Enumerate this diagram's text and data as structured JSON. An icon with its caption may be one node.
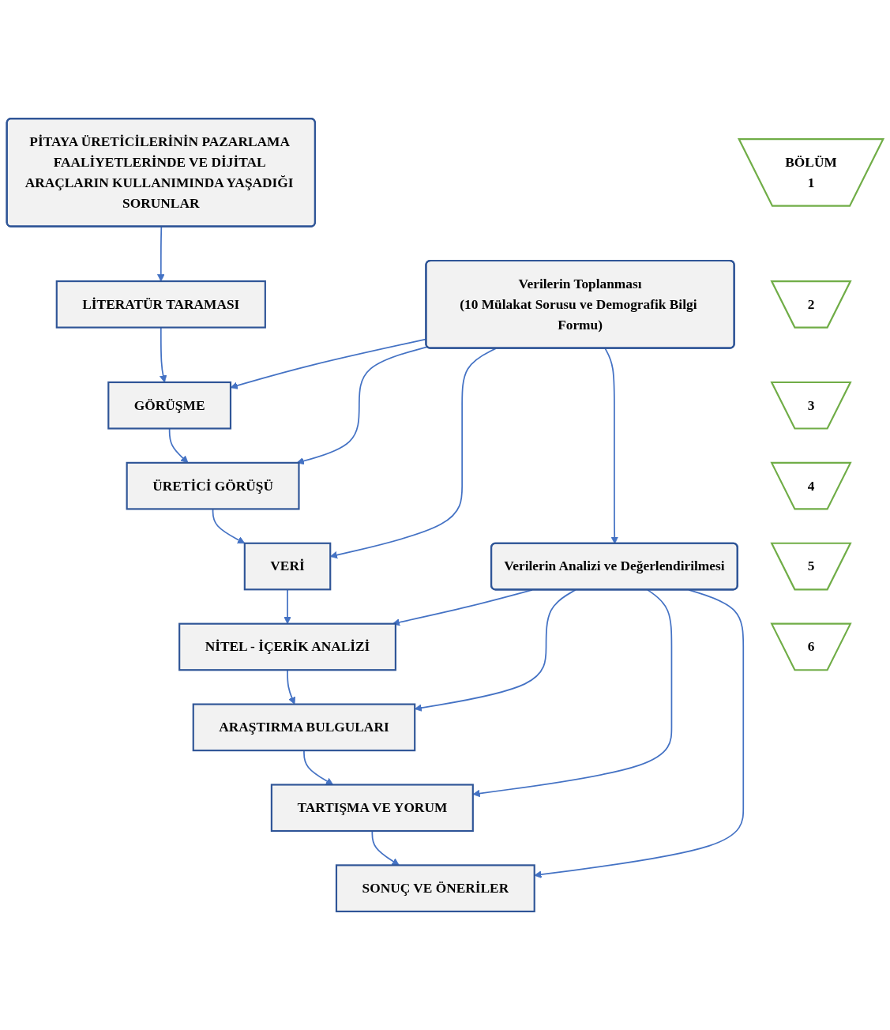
{
  "diagram": {
    "nodes": [
      {
        "text": [
          "PİTAYA ÜRETİCİLERİNİN PAZARLAMA FAALİYETLERİNDE VE DİJİTAL ARAÇLARIN KULLANIMINDA YAŞADIĞI SORUNLAR"
        ]
      },
      {
        "text": [
          "LİTERATÜR TARAMASI"
        ]
      },
      {
        "text": [
          "GÖRÜŞME"
        ]
      },
      {
        "text": [
          "ÜRETİCİ GÖRÜŞÜ"
        ]
      },
      {
        "text": [
          "VERİ"
        ]
      },
      {
        "text": [
          "NİTEL - İÇERİK ANALİZİ"
        ]
      },
      {
        "text": [
          "ARAŞTIRMA BULGULARI"
        ]
      },
      {
        "text": [
          "TARTIŞMA VE YORUM"
        ]
      },
      {
        "text": [
          "SONUÇ VE ÖNERİLER"
        ]
      },
      {
        "text": [
          "Verilerin Toplanması",
          "(10 Mülakat Sorusu ve Demografik Bilgi Formu)"
        ]
      },
      {
        "text": [
          "Verilerin Analizi ve Değerlendirilmesi"
        ]
      },
      {
        "text": [
          "BÖLÜM",
          "1"
        ]
      },
      {
        "text": [
          "2"
        ]
      },
      {
        "text": [
          "3"
        ]
      },
      {
        "text": [
          "4"
        ]
      },
      {
        "text": [
          "5"
        ]
      },
      {
        "text": [
          "6"
        ]
      }
    ],
    "edges": [
      {
        "from": 0,
        "to": 1,
        "arrow": "to"
      },
      {
        "from": 1,
        "to": 2,
        "arrow": "to"
      },
      {
        "from": 2,
        "to": 3,
        "arrow": "to"
      },
      {
        "from": 3,
        "to": 4,
        "arrow": "to"
      },
      {
        "from": 4,
        "to": 5,
        "arrow": "to"
      },
      {
        "from": 5,
        "to": 6,
        "arrow": "to"
      },
      {
        "from": 6,
        "to": 7,
        "arrow": "to"
      },
      {
        "from": 7,
        "to": 8,
        "arrow": "to"
      },
      {
        "from": 9,
        "to": 2,
        "arrow": "to"
      },
      {
        "from": 9,
        "to": 3,
        "arrow": "to"
      },
      {
        "from": 9,
        "to": 4,
        "arrow": "to"
      },
      {
        "from": 9,
        "to": 10,
        "arrow": "to"
      },
      {
        "from": 10,
        "to": 5,
        "arrow": "to"
      },
      {
        "from": 10,
        "to": 6,
        "arrow": "to"
      },
      {
        "from": 10,
        "to": 7,
        "arrow": "to"
      },
      {
        "from": 10,
        "to": 8,
        "arrow": "to"
      }
    ]
  }
}
